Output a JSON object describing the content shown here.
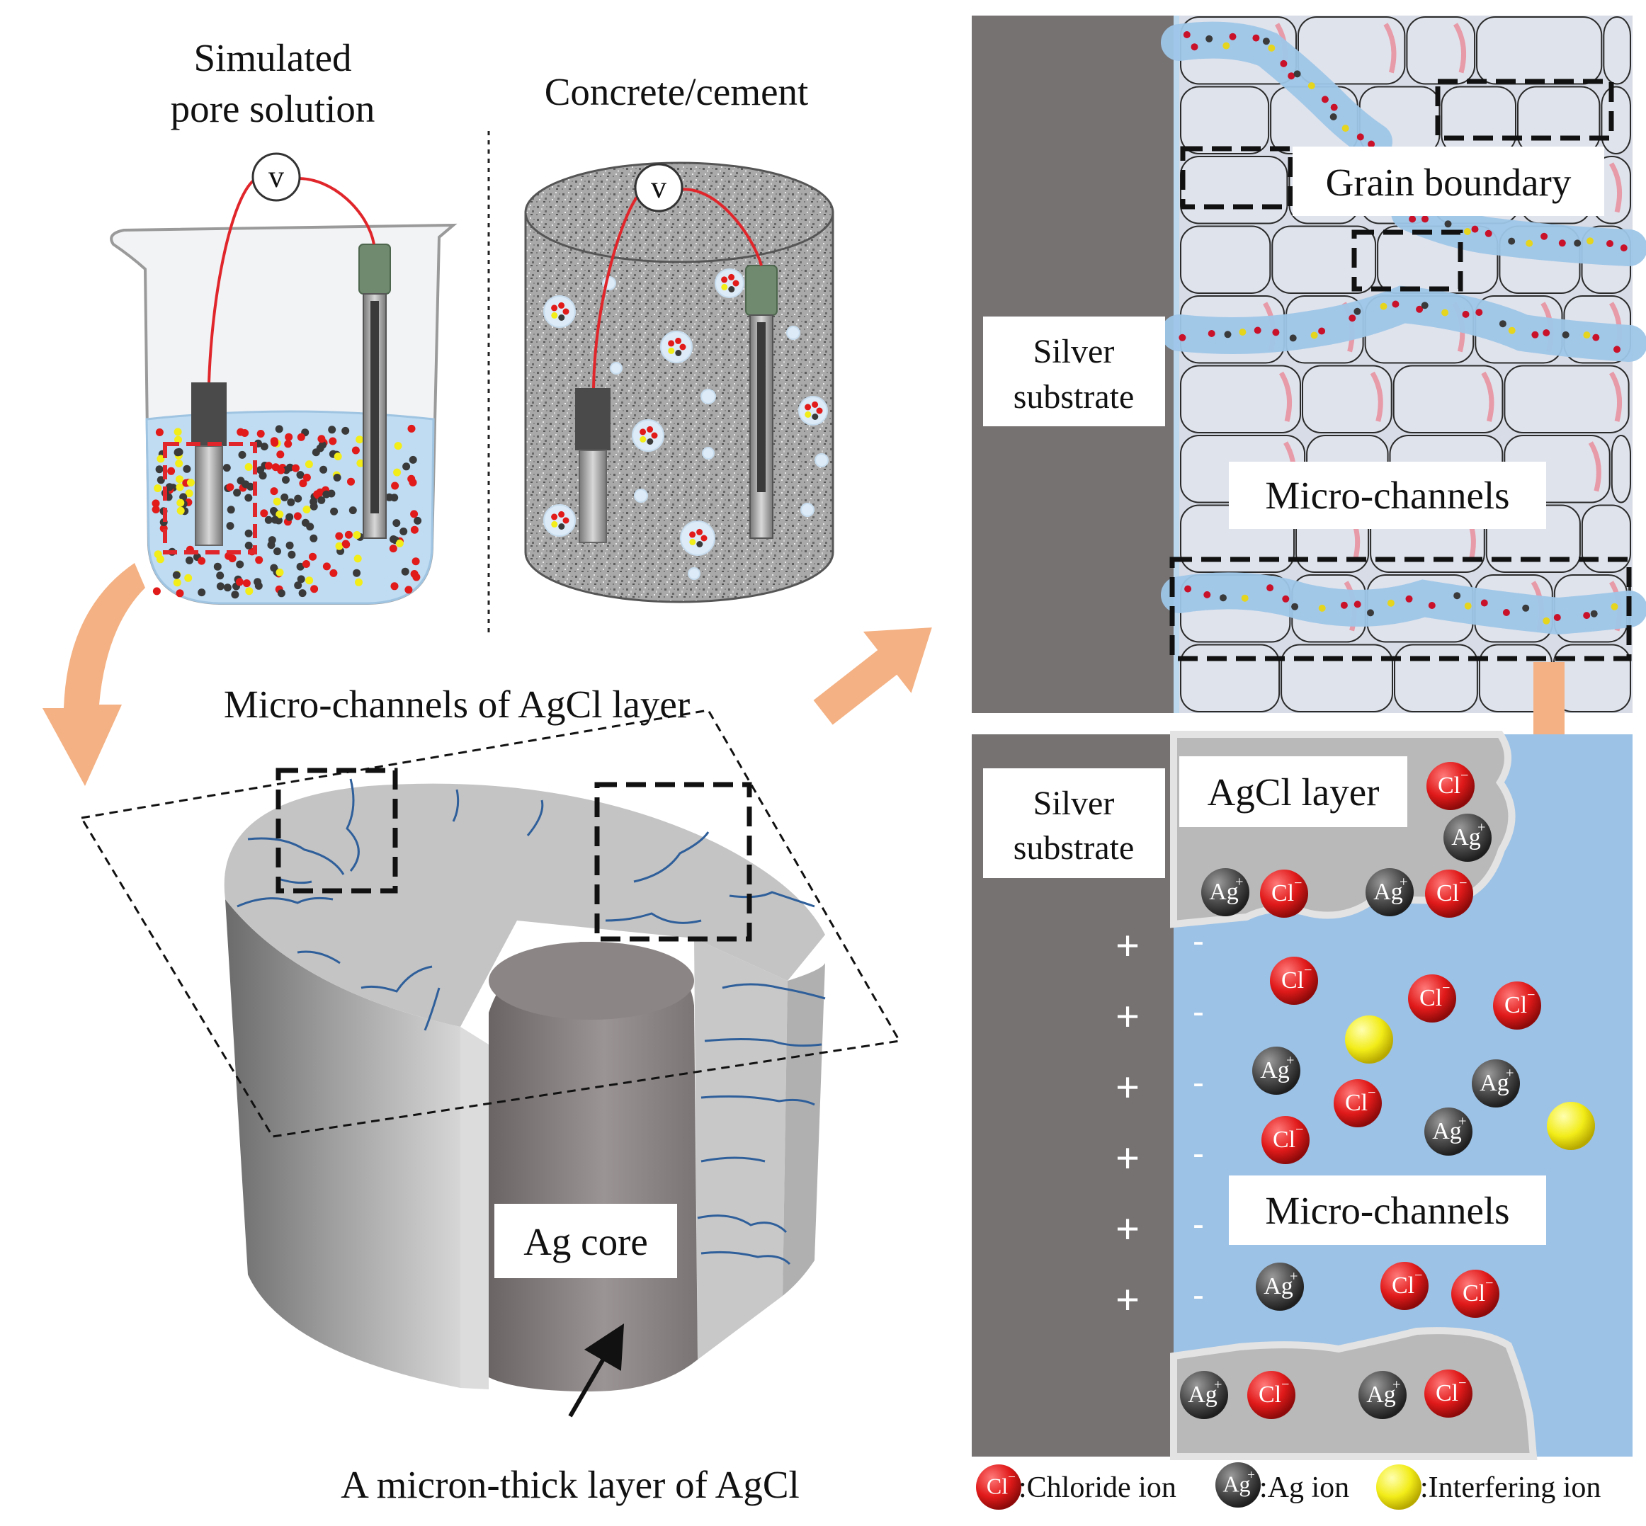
{
  "labels": {
    "simulated_line1": "Simulated",
    "simulated_line2": "pore solution",
    "concrete": "Concrete/cement",
    "voltmeter": "v",
    "grain_boundary": "Grain boundary",
    "silver_top_line1": "Silver",
    "silver_top_line2": "substrate",
    "micro_channels_top": "Micro-channels",
    "micro_channels_agcl": "Micro-channels of AgCl layer",
    "ag_core": "Ag core",
    "agcl_note": "A micron-thick layer of AgCl",
    "silver_bot_line1": "Silver",
    "silver_bot_line2": "substrate",
    "agcl_layer": "AgCl layer",
    "micro_channels_bottom": "Micro-channels",
    "plus": "+",
    "minus": "-"
  },
  "ions": {
    "cl_text": "Cl",
    "cl_sup": "−",
    "ag_text": "Ag",
    "ag_sup": "+"
  },
  "legend": {
    "chloride": ":Chloride ion",
    "ag": ":Ag ion",
    "interfering": ":Interfering ion"
  },
  "colors": {
    "chloride": "#e11a1a",
    "ag_ion": "#4a4a4a",
    "interfering": "#f2ec18",
    "solution": "#9cc2e6",
    "silver_substrate": "#767272",
    "agcl": "#b9b9b9",
    "arrow": "#f4b183",
    "wire": "#e0262b"
  }
}
